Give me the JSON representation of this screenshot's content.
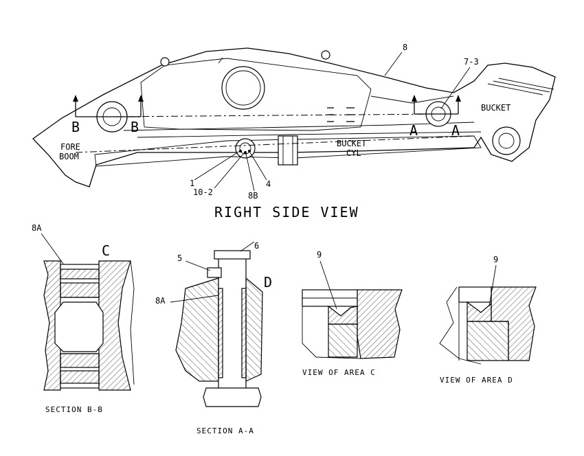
{
  "title": "RIGHT SIDE VIEW",
  "main_view": {
    "callouts": {
      "c8": "8",
      "c7_3": "7-3",
      "c1": "1",
      "c10_2": "10-2",
      "c8b": "8B",
      "c4": "4"
    },
    "labels": {
      "fore_boom_line1": "FORE",
      "fore_boom_line2": "BOOM",
      "bucket": "BUCKET",
      "bucket_cyl_line1": "BUCKET",
      "bucket_cyl_line2": "CYL"
    },
    "section_marks": {
      "b_left": "B",
      "b_right": "B",
      "a_left": "A",
      "a_right": "A"
    }
  },
  "section_bb": {
    "caption": "SECTION B-B",
    "callout_8a": "8A",
    "area_c": "C"
  },
  "section_aa": {
    "caption": "SECTION A-A",
    "callout_6": "6",
    "callout_5": "5",
    "callout_8a": "8A",
    "area_d": "D"
  },
  "view_c": {
    "caption": "VIEW OF AREA C",
    "callout_9": "9"
  },
  "view_d": {
    "caption": "VIEW OF AREA D",
    "callout_9": "9"
  }
}
